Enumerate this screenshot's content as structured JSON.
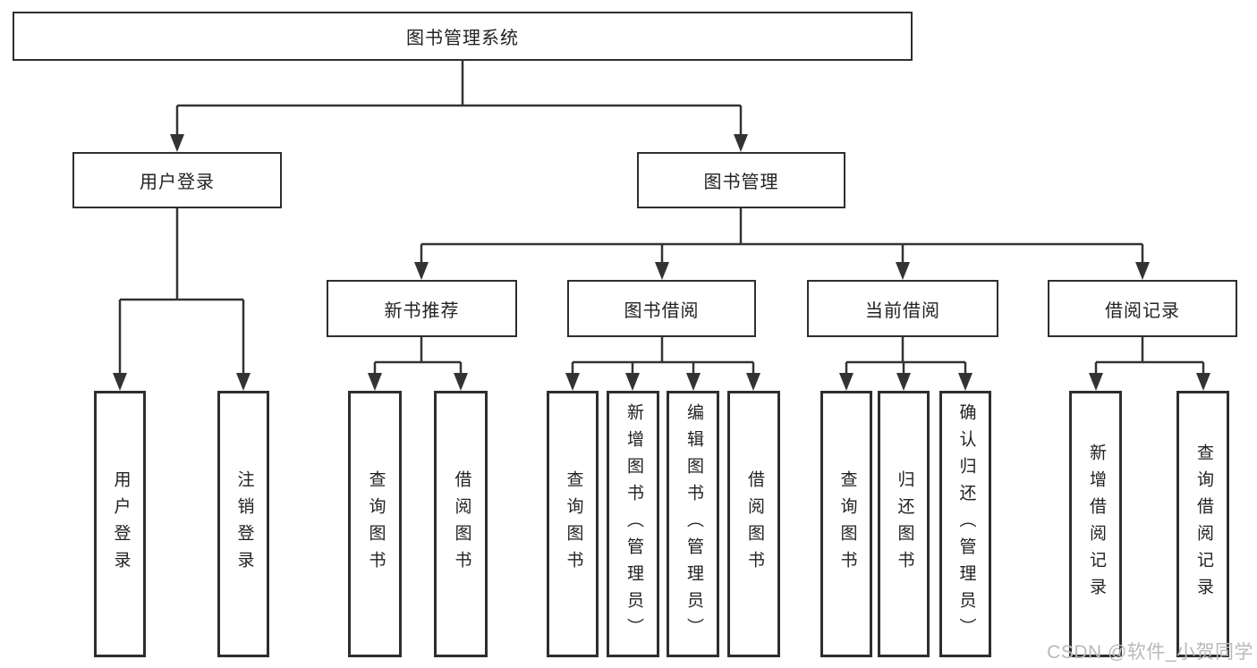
{
  "diagram": {
    "root": {
      "label": "图书管理系统"
    },
    "level2": [
      {
        "label": "用户登录",
        "children": [
          {
            "label": "用户登录"
          },
          {
            "label": "注销登录"
          }
        ]
      },
      {
        "label": "图书管理",
        "children": [
          {
            "label": "新书推荐",
            "children": [
              {
                "label": "查询图书"
              },
              {
                "label": "借阅图书"
              }
            ]
          },
          {
            "label": "图书借阅",
            "children": [
              {
                "label": "查询图书"
              },
              {
                "label": "新增图书（管理员）"
              },
              {
                "label": "编辑图书（管理员）"
              },
              {
                "label": "借阅图书"
              }
            ]
          },
          {
            "label": "当前借阅",
            "children": [
              {
                "label": "查询图书"
              },
              {
                "label": "归还图书"
              },
              {
                "label": "确认归还（管理员）"
              }
            ]
          },
          {
            "label": "借阅记录",
            "children": [
              {
                "label": "新增借阅记录"
              },
              {
                "label": "查询借阅记录"
              }
            ]
          }
        ]
      }
    ]
  },
  "watermark": {
    "text": "CSDN @软件_小贺同学"
  },
  "colors": {
    "line": "#333333",
    "box_border": "#2e2e2e",
    "box_fill": "#ffffff",
    "text": "#222222",
    "watermark": "#b9b9b9",
    "background": "#ffffff"
  }
}
